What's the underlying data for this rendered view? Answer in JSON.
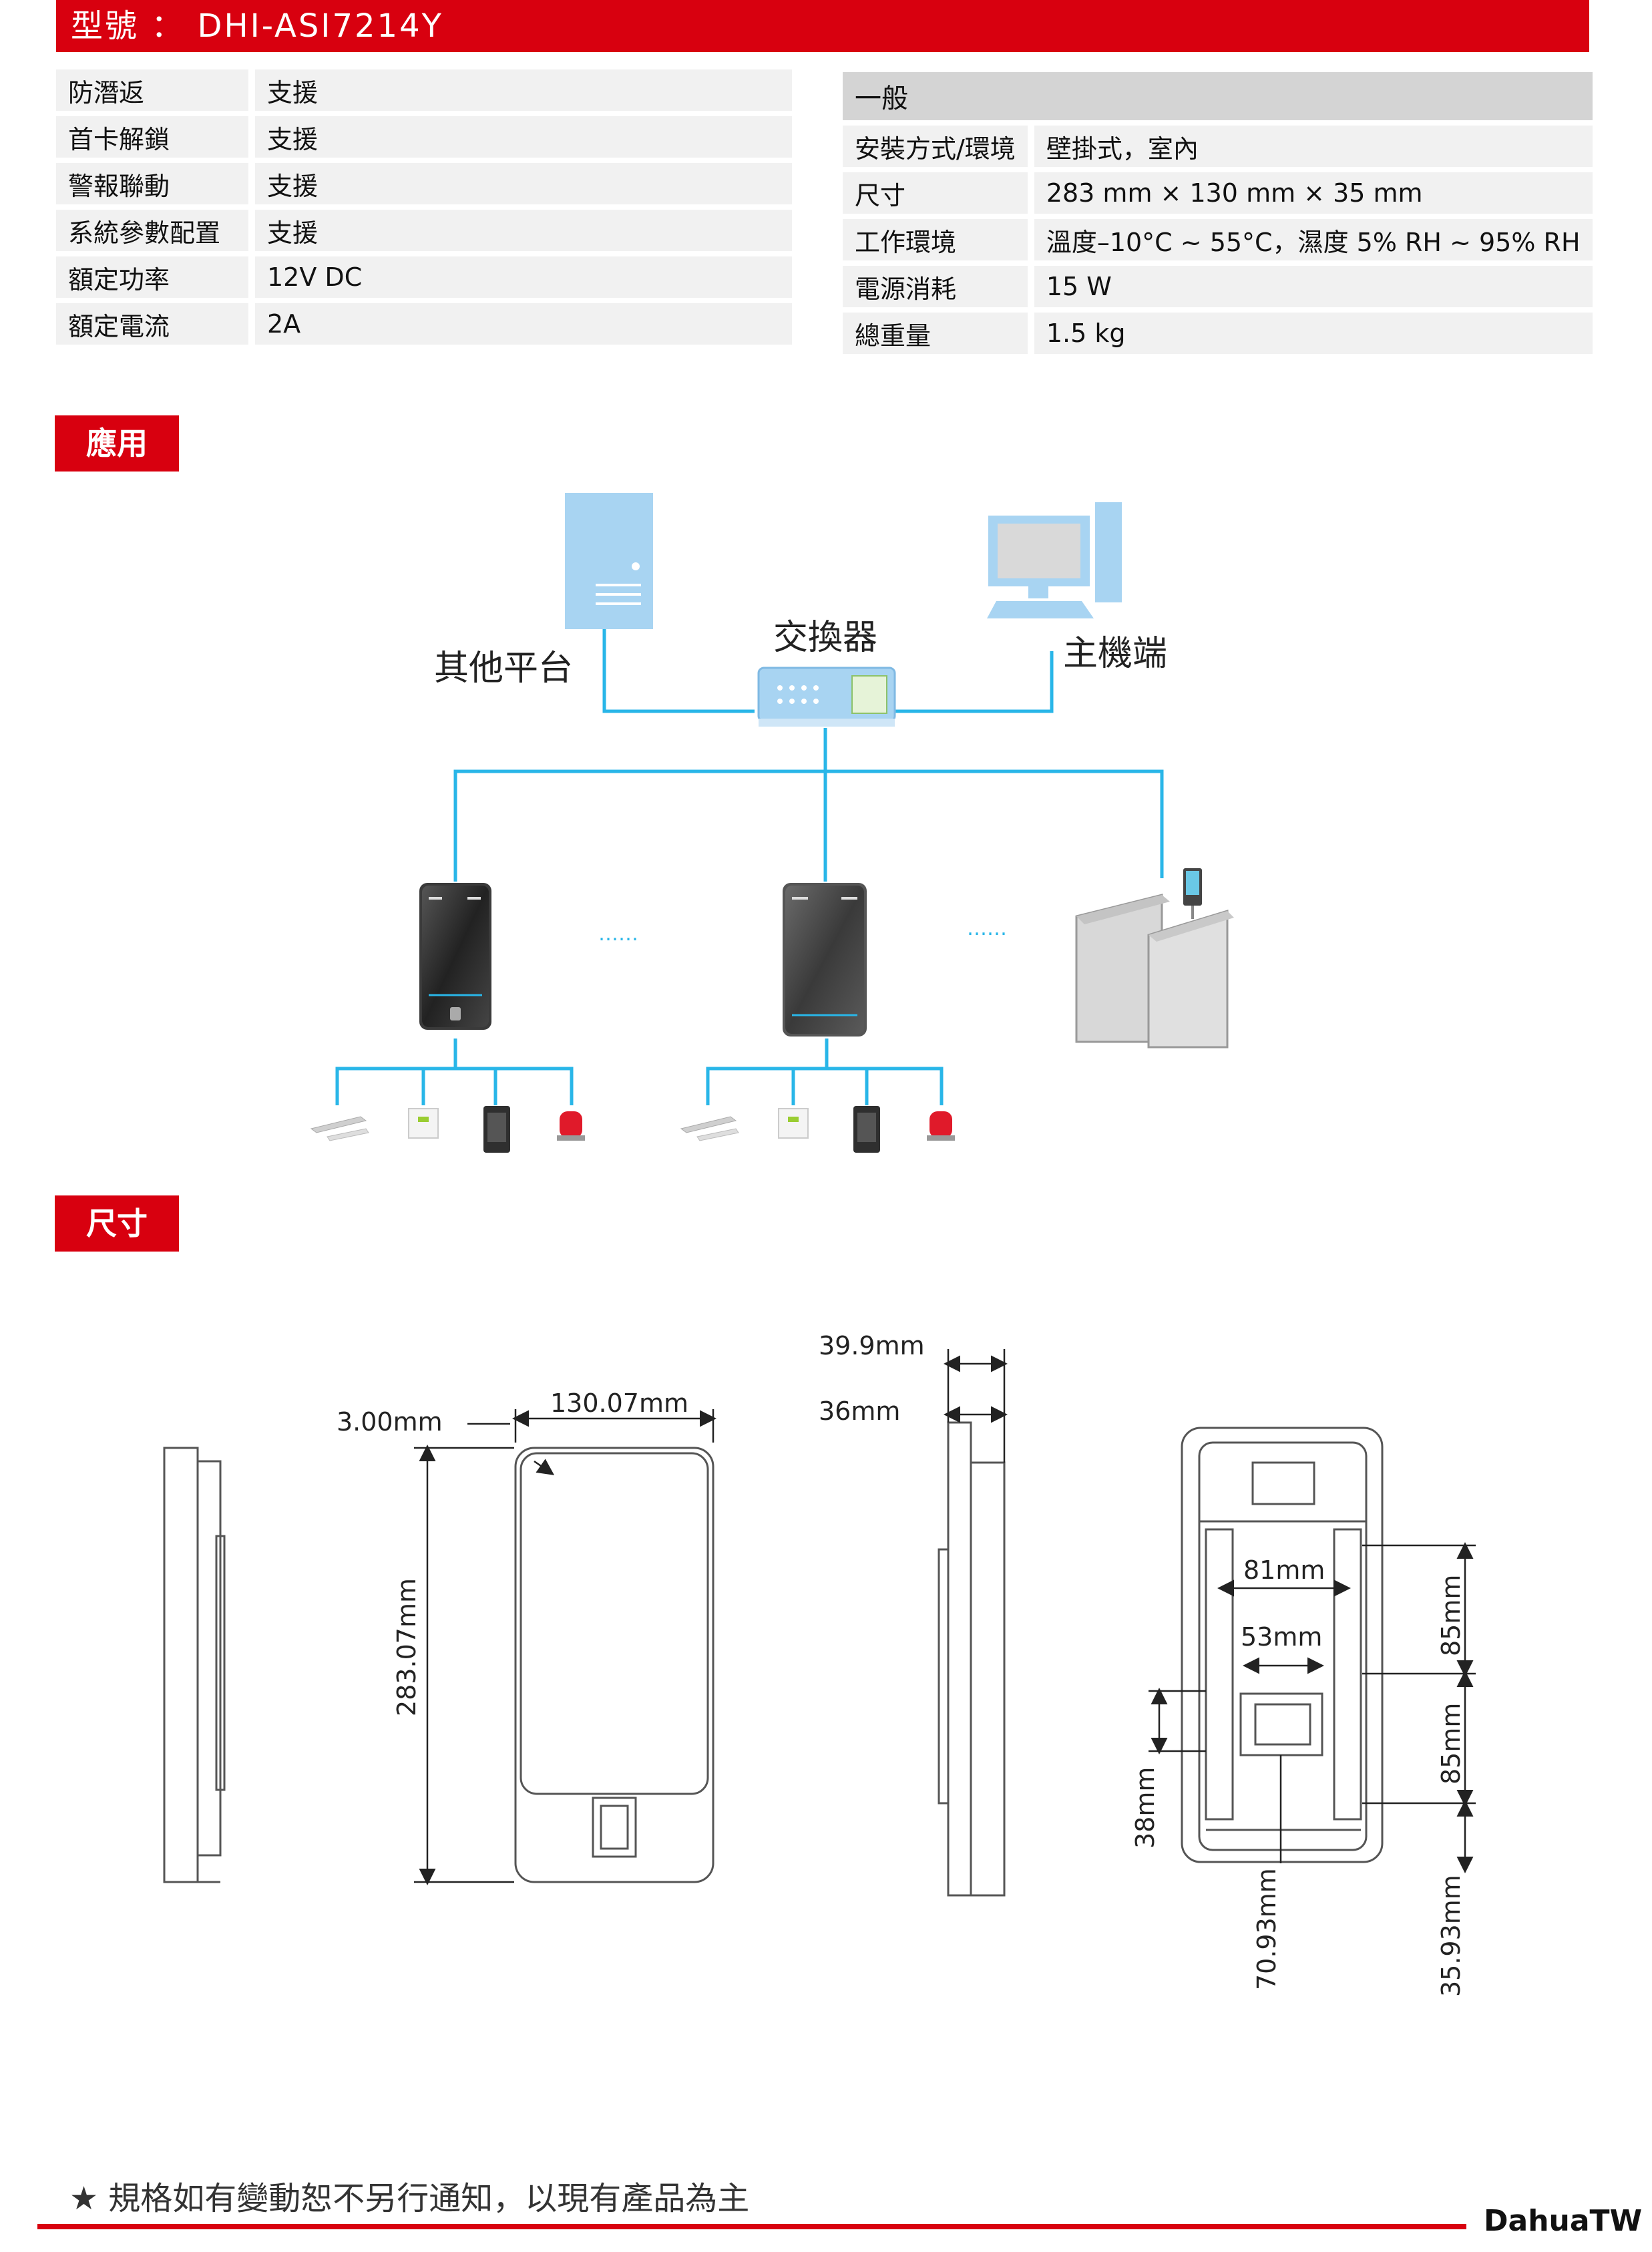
{
  "header": {
    "title": "型號 ： DHI-ASI7214Y"
  },
  "spec_left": [
    {
      "k": "防潛返",
      "v": "支援"
    },
    {
      "k": "首卡解鎖",
      "v": "支援"
    },
    {
      "k": "警報聯動",
      "v": "支援"
    },
    {
      "k": "系統參數配置",
      "v": "支援"
    },
    {
      "k": "額定功率",
      "v": "12V DC"
    },
    {
      "k": "額定電流",
      "v": "2A"
    }
  ],
  "spec_right": {
    "heading": "一般",
    "rows": [
      {
        "k": "安裝方式/環境",
        "v": "壁掛式，室內"
      },
      {
        "k": "尺寸",
        "v": "283 mm × 130 mm × 35 mm"
      },
      {
        "k": "工作環境",
        "v": "溫度–10°C  ~ 55°C，濕度 5% RH ~ 95% RH"
      },
      {
        "k": "電源消耗",
        "v": "15 W"
      },
      {
        "k": "總重量",
        "v": "1.5 kg"
      }
    ]
  },
  "sections": {
    "application": "應用",
    "dimensions": "尺寸"
  },
  "diagram": {
    "other_platform": "其他平台",
    "switch": "交換器",
    "host": "主機端",
    "ellipsis": "……"
  },
  "dimensions": {
    "edge": "3.00mm",
    "width": "130.07mm",
    "height": "283.07mm",
    "depth_total": "39.9mm",
    "depth": "36mm",
    "hole_w1": "81mm",
    "hole_w2": "53mm",
    "hole_h1": "85mm",
    "hole_h2": "85mm",
    "hole_h3": "35.93mm",
    "hole_b1": "38mm",
    "hole_b2": "70.93mm"
  },
  "footer": {
    "note": "★ 規格如有變動恕不另行通知，以現有產品為主",
    "brand": "DahuaTW"
  },
  "colors": {
    "accent": "#d8000f",
    "network_line": "#29b6e8",
    "server": "#a8d4f2"
  }
}
